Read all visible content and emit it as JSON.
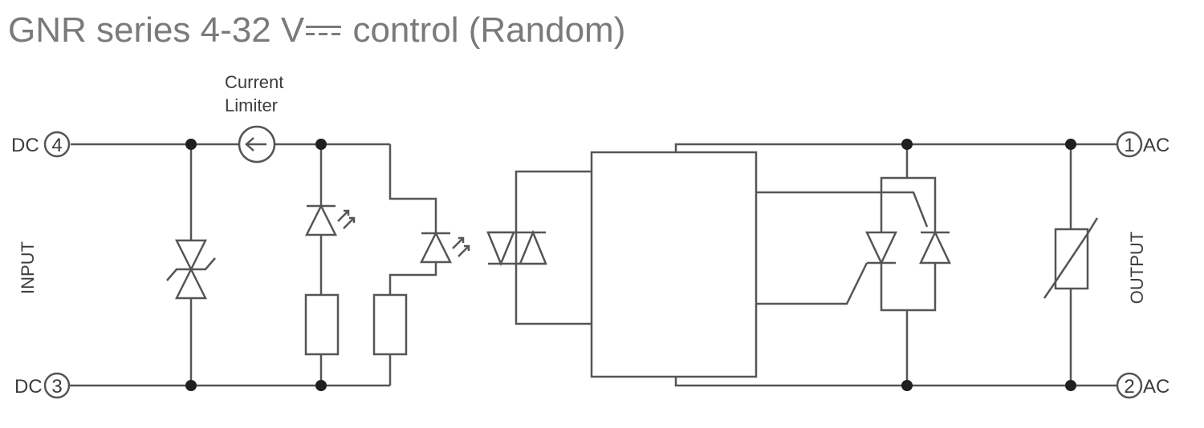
{
  "title": {
    "prefix": "GNR series 4-32 V",
    "suffix": " control (Random)"
  },
  "labels": {
    "current_limiter_line1": "Current",
    "current_limiter_line2": "Limiter",
    "dc_top": "DC",
    "dc_bottom": "DC",
    "ac_top": "AC",
    "ac_bottom": "AC",
    "input": "INPUT",
    "output": "OUTPUT"
  },
  "terminals": {
    "pin4": "4",
    "pin3": "3",
    "pin1": "1",
    "pin2": "2"
  },
  "colors": {
    "title": "#7a7a7a",
    "wire": "#555555",
    "junction": "#1f1f1f"
  }
}
